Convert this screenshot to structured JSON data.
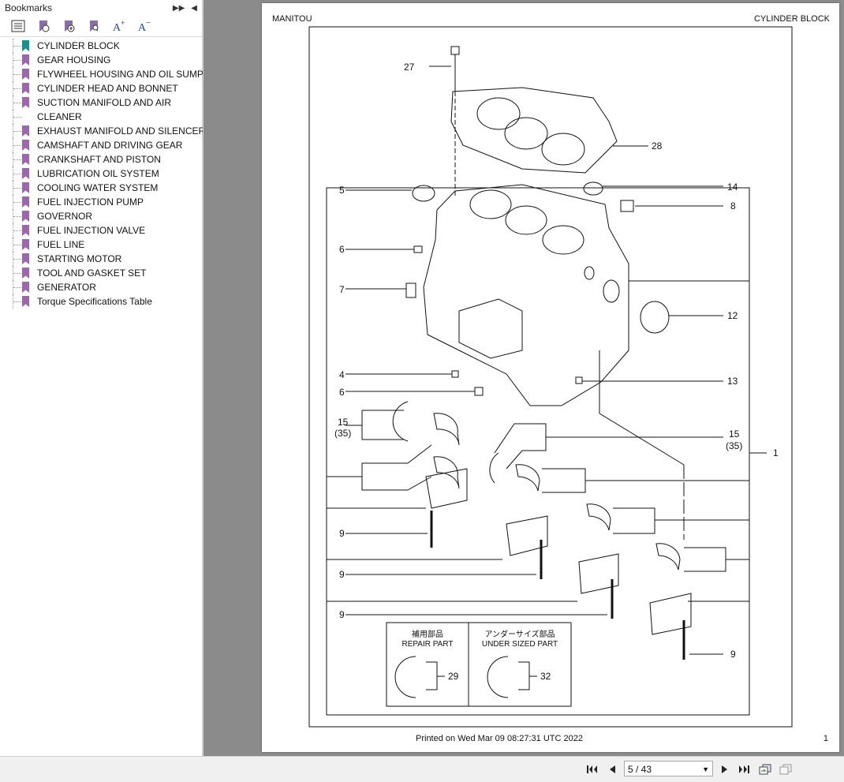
{
  "sidebar": {
    "title": "Bookmarks",
    "bookmarks": [
      {
        "label": "CYLINDER BLOCK",
        "active": true
      },
      {
        "label": "GEAR HOUSING"
      },
      {
        "label": "FLYWHEEL HOUSING AND OIL SUMP"
      },
      {
        "label": "CYLINDER HEAD AND BONNET"
      },
      {
        "label": "SUCTION MANIFOLD AND AIR"
      },
      {
        "label": "CLEANER"
      },
      {
        "label": "EXHAUST MANIFOLD AND SILENCER"
      },
      {
        "label": "CAMSHAFT AND DRIVING GEAR"
      },
      {
        "label": "CRANKSHAFT AND PISTON"
      },
      {
        "label": "LUBRICATION OIL SYSTEM"
      },
      {
        "label": "COOLING WATER SYSTEM"
      },
      {
        "label": "FUEL INJECTION PUMP"
      },
      {
        "label": "GOVERNOR"
      },
      {
        "label": "FUEL INJECTION VALVE"
      },
      {
        "label": "FUEL LINE"
      },
      {
        "label": "STARTING MOTOR"
      },
      {
        "label": "TOOL AND GASKET SET"
      },
      {
        "label": "GENERATOR"
      },
      {
        "label": "Torque Specifications Table"
      }
    ]
  },
  "page": {
    "header_left": "MANITOU",
    "header_right": "CYLINDER BLOCK",
    "footer_printed": "Printed on  Wed Mar 09 08:27:31 UTC 2022",
    "page_number": "1",
    "callouts": {
      "c27": "27",
      "c28": "28",
      "c5": "5",
      "c14": "14",
      "c8": "8",
      "c6a": "6",
      "c7": "7",
      "c12": "12",
      "c4": "4",
      "c6b": "6",
      "c13": "13",
      "c15a": "15",
      "c35a": "(35)",
      "c15b": "15",
      "c35b": "(35)",
      "c1": "1",
      "c9a": "9",
      "c9b": "9",
      "c9c": "9",
      "c9d": "9",
      "c29": "29",
      "c32": "32"
    },
    "legend": {
      "repair_jp": "補用部品",
      "repair_en": "REPAIR PART",
      "under_jp": "アンダーサイズ部品",
      "under_en": "UNDER SIZED PART"
    }
  },
  "navigation": {
    "page_field": "5 / 43"
  }
}
